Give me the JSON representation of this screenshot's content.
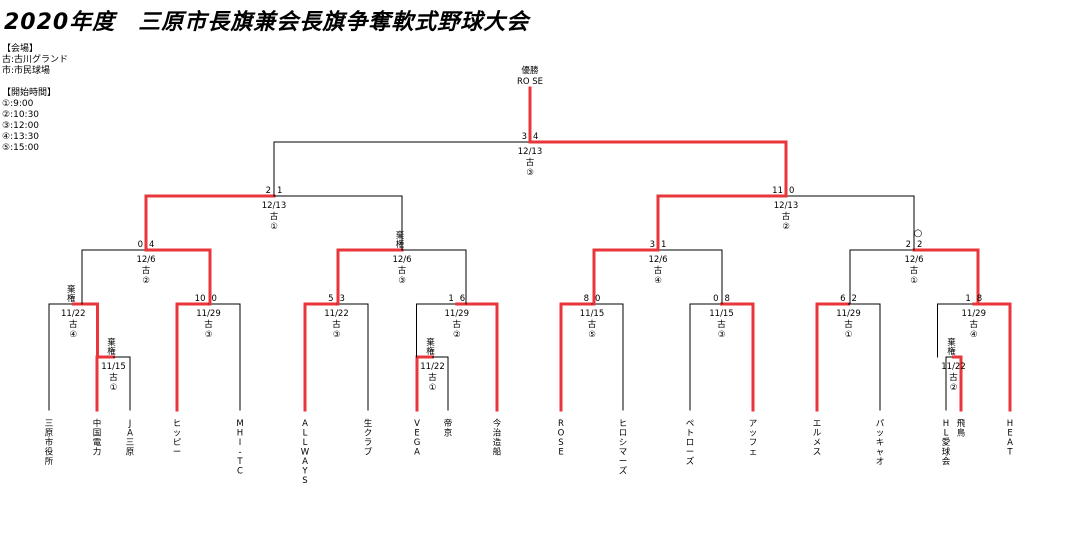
{
  "title": "2020年度　三原市長旗兼会長旗争奪軟式野球大会",
  "legend": {
    "venue_header": "【会場】",
    "venues": [
      "古:古川グランド",
      "市:市民球場"
    ],
    "time_header": "【開始時間】",
    "times": [
      "①:9:00",
      "②:10:30",
      "③:12:00",
      "④:13:30",
      "⑤:15:00"
    ]
  },
  "champion": {
    "label": "優勝",
    "team": "RO SE"
  },
  "teams": [
    "三原市役所",
    "中国電力",
    "JA三原",
    "ヒッピー",
    "MHI-TC",
    "ALLWAYS",
    "生クラブ",
    "VEGA",
    "帝京",
    "今治造船",
    "ROSE",
    "ヒロシマーズ",
    "ペトローズ",
    "アッフェ",
    "エルメス",
    "パッキャオ",
    "HL愛球会",
    "飛鳥",
    "HEAT"
  ],
  "matches": [
    {
      "id": "m1",
      "date": "11/15",
      "venue": "古",
      "slot": "①",
      "left": "棄権",
      "right": ""
    },
    {
      "id": "m2",
      "date": "11/22",
      "venue": "古",
      "slot": "④",
      "left": "棄権",
      "right": ""
    },
    {
      "id": "m3",
      "date": "11/29",
      "venue": "古",
      "slot": "③",
      "left": "10",
      "right": "0"
    },
    {
      "id": "m4",
      "date": "11/22",
      "venue": "古",
      "slot": "③",
      "left": "5",
      "right": "3"
    },
    {
      "id": "m5",
      "date": "11/22",
      "venue": "古",
      "slot": "①",
      "left": "棄権",
      "right": ""
    },
    {
      "id": "m6",
      "date": "11/29",
      "venue": "古",
      "slot": "②",
      "left": "1",
      "right": "6"
    },
    {
      "id": "m7",
      "date": "11/15",
      "venue": "古",
      "slot": "⑤",
      "left": "8",
      "right": "0"
    },
    {
      "id": "m8",
      "date": "11/15",
      "venue": "古",
      "slot": "③",
      "left": "0",
      "right": "8"
    },
    {
      "id": "m9",
      "date": "11/29",
      "venue": "古",
      "slot": "①",
      "left": "6",
      "right": "2"
    },
    {
      "id": "m10",
      "date": "11/22",
      "venue": "古",
      "slot": "②",
      "left": "棄権",
      "right": ""
    },
    {
      "id": "m11",
      "date": "11/29",
      "venue": "古",
      "slot": "④",
      "left": "1",
      "right": "8"
    },
    {
      "id": "m12",
      "date": "12/6",
      "venue": "古",
      "slot": "②",
      "left": "0",
      "right": "4"
    },
    {
      "id": "m13",
      "date": "12/6",
      "venue": "古",
      "slot": "③",
      "left": "棄権",
      "right": ""
    },
    {
      "id": "m14",
      "date": "12/6",
      "venue": "古",
      "slot": "④",
      "left": "3",
      "right": "1"
    },
    {
      "id": "m15",
      "date": "12/6",
      "venue": "古",
      "slot": "①",
      "left": "2",
      "right": "2"
    },
    {
      "id": "m16",
      "date": "12/13",
      "venue": "古",
      "slot": "①",
      "left": "2",
      "right": "1"
    },
    {
      "id": "m17",
      "date": "12/13",
      "venue": "古",
      "slot": "②",
      "left": "11",
      "right": "0"
    },
    {
      "id": "m18",
      "date": "12/13",
      "venue": "古",
      "slot": "③",
      "left": "3",
      "right": "4"
    }
  ],
  "extras": {
    "pk_mark": "○"
  },
  "colors": {
    "win": "#e8363a",
    "line": "#000000"
  }
}
